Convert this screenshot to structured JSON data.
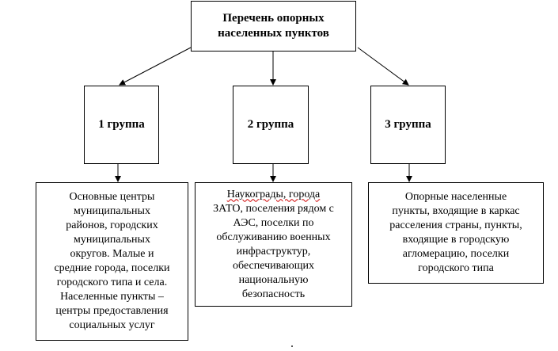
{
  "title": "Перечень опорных населенных пунктов",
  "title_line1": "Перечень опорных",
  "title_line2": "населенных пунктов",
  "groups": [
    {
      "label": "1 группа",
      "lines": [
        "Основные центры",
        "муниципальных",
        "районов, городских",
        "муниципальных",
        "округов. Малые и",
        "средние города, поселки",
        "городского типа и села.",
        "Населенные пункты –",
        "центры предоставления",
        "социальных услуг"
      ]
    },
    {
      "label": "2 группа",
      "lines_first": "Наукограды, города",
      "lines": [
        "ЗАТО, поселения рядом с",
        "АЭС, поселки по",
        "обслуживанию военных",
        "инфраструктур,",
        "обеспечивающих",
        "национальную",
        "безопасность"
      ]
    },
    {
      "label": "3 группа",
      "lines": [
        "Опорные населенные",
        "пункты, входящие в каркас",
        "расселения страны, пункты,",
        "входящие в городскую",
        "агломерацию, поселки",
        "городского типа"
      ]
    }
  ]
}
